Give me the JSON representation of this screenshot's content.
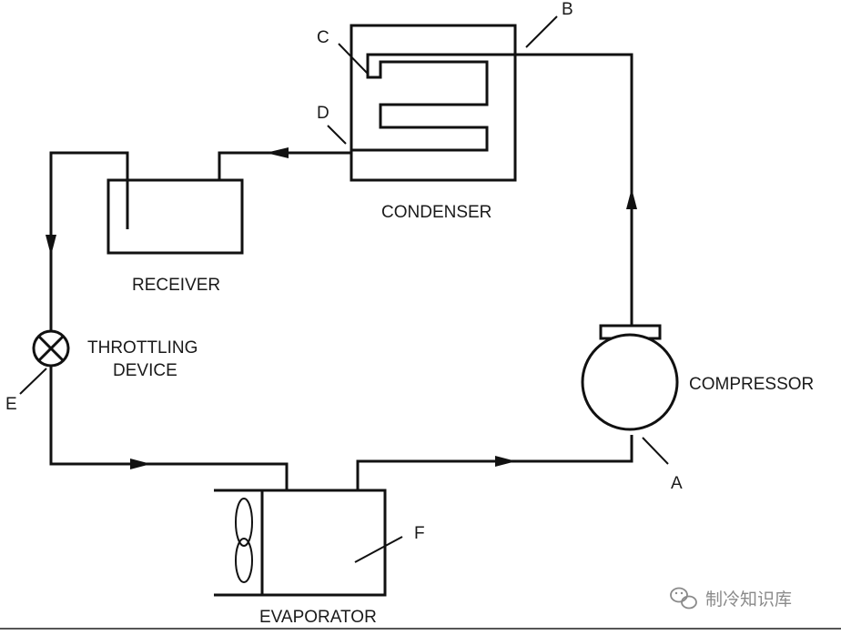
{
  "components": {
    "condenser": "CONDENSER",
    "receiver": "RECEIVER",
    "throttling_line1": "THROTTLING",
    "throttling_line2": "DEVICE",
    "compressor": "COMPRESSOR",
    "evaporator": "EVAPORATOR"
  },
  "points": {
    "a": "A",
    "b": "B",
    "c": "C",
    "d": "D",
    "e": "E",
    "f": "F"
  },
  "watermark": {
    "text": "制冷知识库",
    "icon": "wechat-icon"
  },
  "colors": {
    "line": "#111111",
    "text": "#1a1a1a",
    "watermark": "#8a8a8a"
  }
}
